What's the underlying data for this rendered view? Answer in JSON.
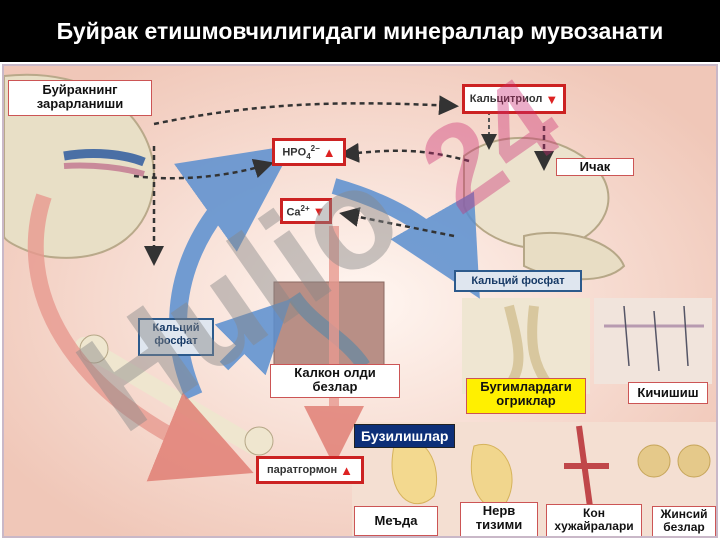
{
  "title": "Буйрак етишмовчилигидаги минераллар мувозанати",
  "labels": {
    "kidney_damage": "Буйракнинг зарарланиши",
    "intestine": "Ичак",
    "parathyroid": "Калкон олди безлар",
    "joints": "Бугимлардаги огриклар",
    "itching": "Кичишиш",
    "disorders": "Бузилишлар",
    "stomach": "Меъда",
    "nerve": "Нерв тизими",
    "blood_vessels_line1": "Кон",
    "blood_vessels_line2": "хужайралари",
    "sex_glands": "Жинсий безлар"
  },
  "boxes": {
    "calcitriol": "Кальцитриол",
    "hpo4": "HPO",
    "hpo4_sup": "2−",
    "hpo4_sub": "4",
    "ca": "Ca",
    "ca_sup": "2+",
    "calcium_phosphate_right": "Кальций фосфат",
    "calcium_phosphate_left": "Кальций фосфат",
    "parathormone": "паратгормон"
  },
  "watermarks": {
    "pink": "24",
    "grey": "Hulio"
  },
  "colors": {
    "title_bg": "#000000",
    "section_bg": "#0d2f78",
    "label_border": "#cc5555",
    "box_border": "#cc2222",
    "blue_arrow": "#5a8fd0",
    "red_arrow": "#e0706a"
  }
}
